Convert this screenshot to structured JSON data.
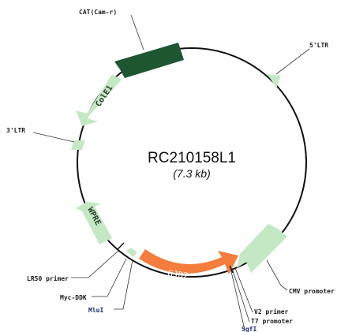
{
  "plasmid": {
    "name": "RC210158L1",
    "size": "(7.3 kb)"
  },
  "colors": {
    "backbone": "#111111",
    "light_feature": "#c4e8c4",
    "dark_feature": "#1e5631",
    "orf": "#f47c3c",
    "blue_label": "#1f2a7a"
  },
  "features": {
    "cat": "CAT(Cam-r)",
    "ltr5": "5'LTR",
    "ltr3": "3'LTR",
    "cole1": "ColE1",
    "wpre": "WPRE",
    "gjd2": "GJD2",
    "cmv": "CMV promoter",
    "lr50": "LR50 primer",
    "mycddk": "Myc-DDK",
    "mlui": "MluI",
    "v2": "V2 primer",
    "t7": "T7 promoter",
    "sgfi": "SgfI"
  }
}
